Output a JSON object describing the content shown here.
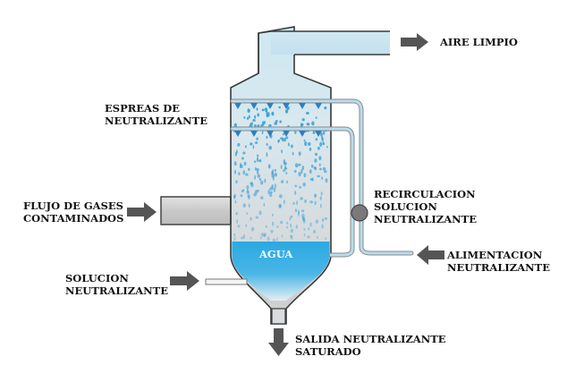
{
  "labels": {
    "aire_limpio": "AIRE LIMPIO",
    "espreas": [
      "ESPREAS DE",
      "NEUTRALIZANTE"
    ],
    "flujo": [
      "FLUJO DE GASES",
      "CONTAMINADOS"
    ],
    "recirculacion": [
      "RECIRCULACION",
      "SOLUCION",
      "NEUTRALIZANTE"
    ],
    "agua": "AGUA",
    "alimentacion": [
      "ALIMENTACION",
      "NEUTRALIZANTE"
    ],
    "solucion": [
      "SOLUCION",
      "NEUTRALIZANTE"
    ],
    "salida": [
      "SALIDA NEUTRALIZANTE",
      "SATURADO"
    ]
  },
  "colors": {
    "vessel_fill_top": "#d4eaf2",
    "vessel_fill_bottom": "#d0d0d0",
    "outline": "#333333",
    "water": "#29a8e0",
    "spray": "#3a9fd5",
    "pipe": "#a8d3ea",
    "arrow": "#555555",
    "pump": "#7a7a7a"
  }
}
